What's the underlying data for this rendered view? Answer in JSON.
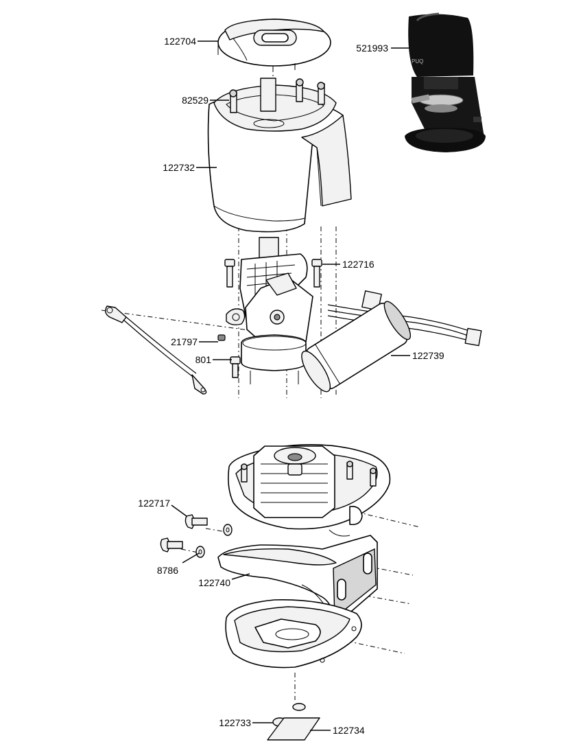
{
  "labels": {
    "p122704": "122704",
    "p82529": "82529",
    "p122732": "122732",
    "p122716": "122716",
    "p21797": "21797",
    "p801": "801",
    "p122739": "122739",
    "p521993": "521993",
    "p122717": "122717",
    "p8786": "8786",
    "p122740": "122740",
    "p122733": "122733",
    "p122734": "122734"
  },
  "product_badge": "PUQ"
}
